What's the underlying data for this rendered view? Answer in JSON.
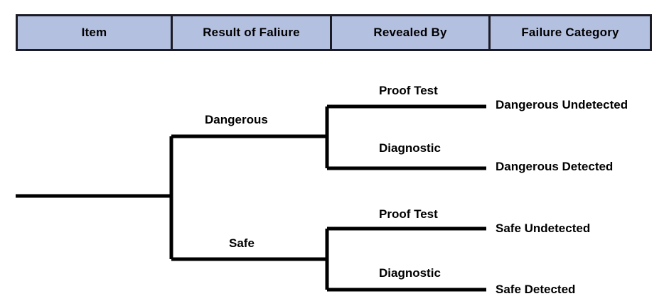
{
  "header": {
    "columns": [
      {
        "label": "Item"
      },
      {
        "label": "Result of Faliure"
      },
      {
        "label": "Revealed By"
      },
      {
        "label": "Failure Category"
      }
    ],
    "fill_color": "#b4c0e0",
    "border_color": "#1b1b26"
  },
  "diagram": {
    "type": "tree",
    "line_color": "#000000",
    "root": {
      "label": ""
    },
    "level_1": [
      {
        "label": "Dangerous"
      },
      {
        "label": "Safe"
      }
    ],
    "level_2": [
      {
        "label": "Proof Test"
      },
      {
        "label": "Diagnostic"
      },
      {
        "label": "Proof Test"
      },
      {
        "label": "Diagnostic"
      }
    ],
    "leaves": [
      {
        "label": "Dangerous Undetected"
      },
      {
        "label": "Dangerous Detected"
      },
      {
        "label": "Safe Undetected"
      },
      {
        "label": "Safe Detected"
      }
    ]
  }
}
